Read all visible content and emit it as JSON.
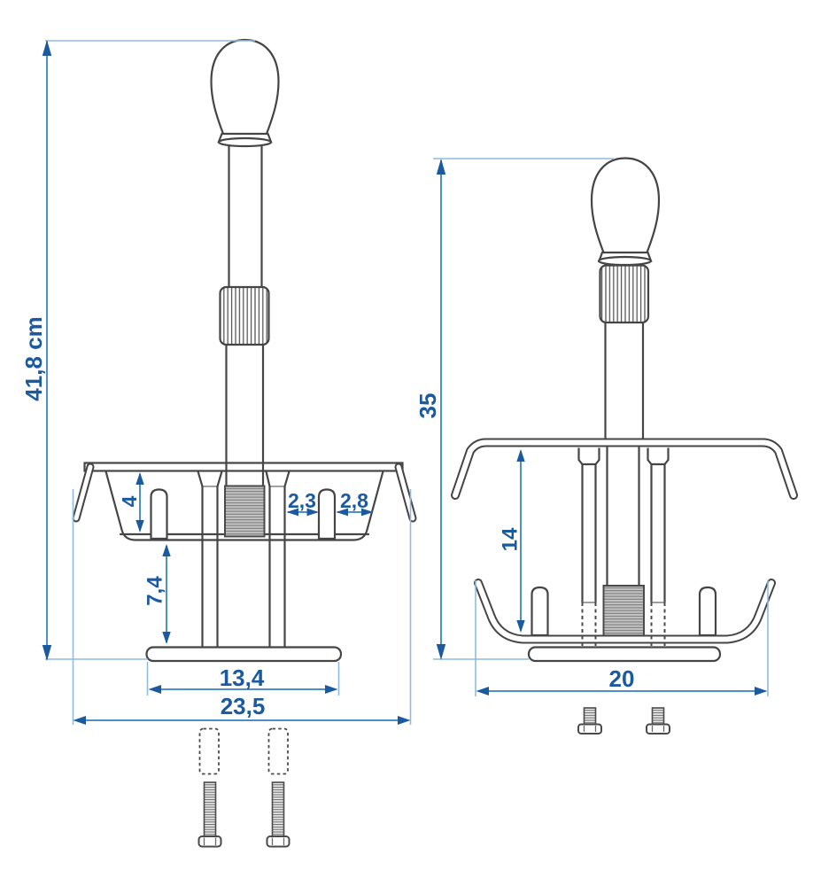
{
  "diagram": {
    "front_view": {
      "dims": {
        "overall_height": "41,8 cm",
        "cradle_depth": "4",
        "slot_gap_inner": "2,3",
        "slot_gap_outer": "2,8",
        "pedestal_height": "7,4",
        "base_width": "13,4",
        "overall_width": "23,5"
      }
    },
    "side_view": {
      "dims": {
        "overall_height": "35",
        "drop_height": "14",
        "overall_width": "20"
      }
    },
    "colors": {
      "dimension_line": "#4d8fc9",
      "extension_line": "#8fbce0",
      "dimension_accent": "#1b5a9f",
      "outline": "#454545",
      "hatch_fill": "#c4c4c4"
    }
  }
}
